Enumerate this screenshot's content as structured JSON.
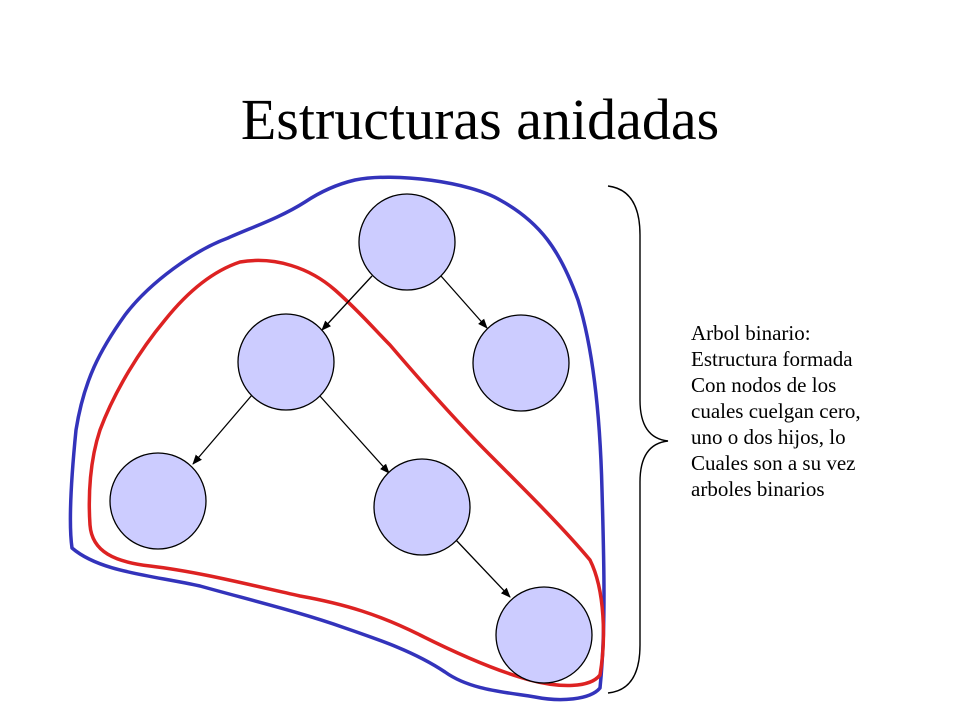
{
  "slide": {
    "title": "Estructuras anidadas"
  },
  "description": {
    "lines": [
      "Arbol binario:",
      "Estructura formada",
      "Con nodos de los",
      "cuales cuelgan cero,",
      "uno o dos hijos, lo",
      "Cuales son a su vez",
      "arboles binarios"
    ]
  },
  "colors": {
    "node_fill": "#ccccff",
    "node_stroke": "#000000",
    "outer_outline": "#3333bb",
    "inner_outline": "#dd2222",
    "text": "#000000"
  }
}
